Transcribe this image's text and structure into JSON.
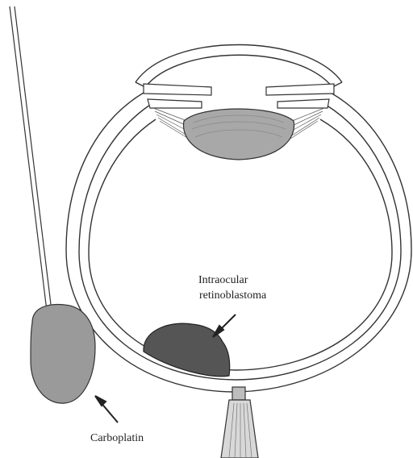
{
  "labels": {
    "tumor_line1": "Intraocular",
    "tumor_line2": "retinoblastoma",
    "carboplatin": "Carboplatin"
  },
  "colors": {
    "outline": "#333333",
    "lens_fill": "#a8a8a8",
    "tumor_fill": "#555555",
    "deposit_fill": "#9a9a9a",
    "background": "#ffffff"
  },
  "icons": [
    "eye-diagram",
    "syringe-needle",
    "arrow-icon"
  ]
}
